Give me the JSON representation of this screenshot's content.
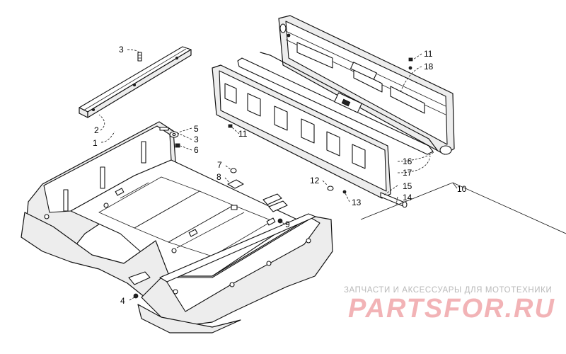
{
  "callouts": {
    "c1": "1",
    "c2": "2",
    "c3a": "3",
    "c3b": "3",
    "c4": "4",
    "c5": "5",
    "c6": "6",
    "c7": "7",
    "c8": "8",
    "c9": "9",
    "c10": "10",
    "c11a": "11",
    "c11b": "11",
    "c12": "12",
    "c13": "13",
    "c14": "14",
    "c15": "15",
    "c16": "16",
    "c17": "17",
    "c18": "18"
  },
  "watermark": {
    "tagline": "ЗАПЧАСТИ И АКСЕССУАРЫ ДЛЯ МОТОТЕХНИКИ",
    "logo": "PARTSFOR.RU",
    "logo_color": "#f2b3b6",
    "tagline_color": "#b9b9b9"
  }
}
